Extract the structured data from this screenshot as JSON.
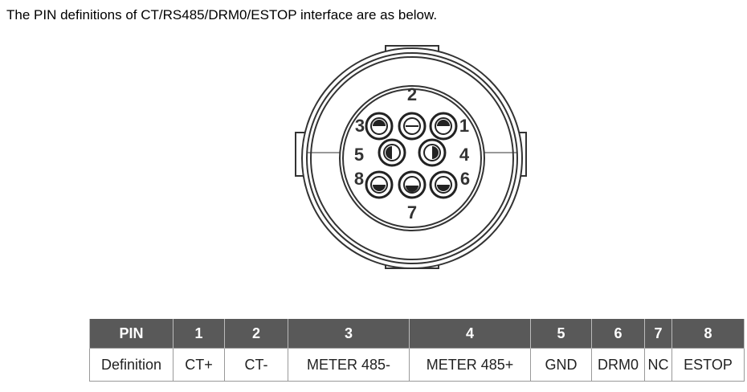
{
  "intro_text": "The PIN definitions of CT/RS485/DRM0/ESTOP interface are as below.",
  "connector": {
    "pin_labels": [
      "1",
      "2",
      "3",
      "4",
      "5",
      "6",
      "7",
      "8"
    ]
  },
  "table": {
    "header_label": "PIN",
    "row_label": "Definition",
    "pins": [
      "1",
      "2",
      "3",
      "4",
      "5",
      "6",
      "7",
      "8"
    ],
    "definitions": [
      "CT+",
      "CT-",
      "METER 485-",
      "METER 485+",
      "GND",
      "DRM0",
      "NC",
      "ESTOP"
    ]
  }
}
